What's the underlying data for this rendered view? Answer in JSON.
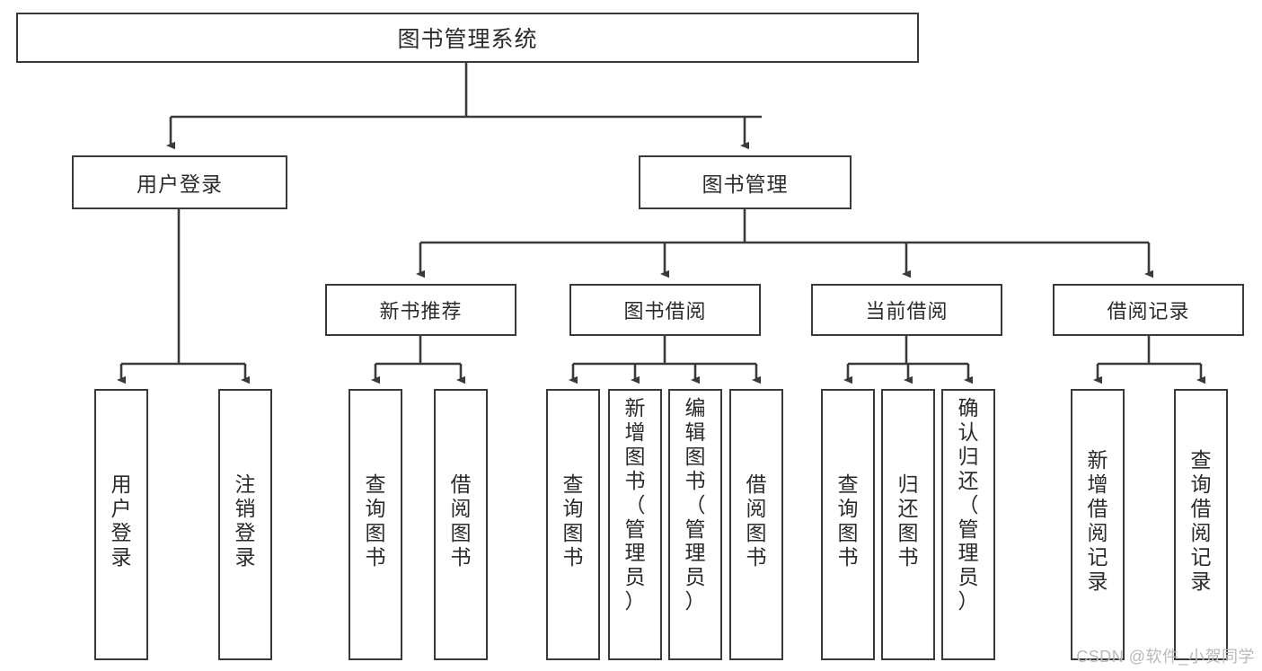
{
  "diagram": {
    "title": "图书管理系统",
    "type": "hierarchy-tree",
    "watermark": "CSDN @软件_小贺同学",
    "colors": {
      "box_border": "#3a3a3a",
      "box_fill": "#ffffff",
      "connector": "#3a3a3a",
      "text": "#2b2b2b",
      "watermark": "#b9b9b9"
    },
    "root": {
      "label": "图书管理系统"
    },
    "level2": [
      {
        "id": "user-login",
        "label": "用户登录"
      },
      {
        "id": "book-manage",
        "label": "图书管理"
      }
    ],
    "level3": [
      {
        "id": "new-book-recommend",
        "label": "新书推荐"
      },
      {
        "id": "book-borrow",
        "label": "图书借阅"
      },
      {
        "id": "current-borrow",
        "label": "当前借阅"
      },
      {
        "id": "borrow-record",
        "label": "借阅记录"
      }
    ],
    "leaves": {
      "user_login": [
        {
          "id": "leaf-user-login",
          "label": "用户登录"
        },
        {
          "id": "leaf-logout-login",
          "label": "注销登录"
        }
      ],
      "new_book_recommend": [
        {
          "id": "leaf-query-book-1",
          "label": "查询图书"
        },
        {
          "id": "leaf-borrow-book-1",
          "label": "借阅图书"
        }
      ],
      "book_borrow": [
        {
          "id": "leaf-query-book-2",
          "label": "查询图书"
        },
        {
          "id": "leaf-add-book-admin",
          "label": "新增图书（管理员）"
        },
        {
          "id": "leaf-edit-book-admin",
          "label": "编辑图书（管理员）"
        },
        {
          "id": "leaf-borrow-book-2",
          "label": "借阅图书"
        }
      ],
      "current_borrow": [
        {
          "id": "leaf-query-book-3",
          "label": "查询图书"
        },
        {
          "id": "leaf-return-book",
          "label": "归还图书"
        },
        {
          "id": "leaf-confirm-return-admin",
          "label": "确认归还（管理员）"
        }
      ],
      "borrow_record": [
        {
          "id": "leaf-add-borrow-record",
          "label": "新增借阅记录"
        },
        {
          "id": "leaf-query-borrow-record",
          "label": "查询借阅记录"
        }
      ]
    }
  }
}
